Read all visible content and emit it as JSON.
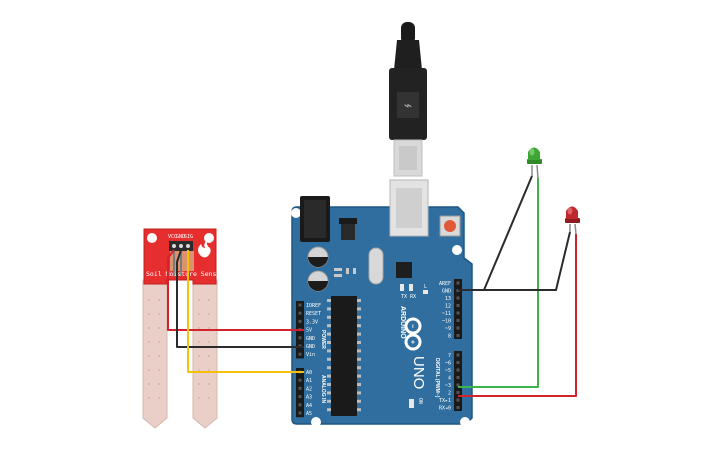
{
  "board": {
    "brand_label": "ARDUINO",
    "model_label": "UNO",
    "on_label": "ON",
    "tx_label": "TX",
    "rx_label": "RX",
    "l_label": "L",
    "digital_header_label": "DIGITAL (PWM~)",
    "power_header_label": "POWER",
    "analog_header_label": "ANALOG IN",
    "power_pins": [
      "IOREF",
      "RESET",
      "3.3V",
      "5V",
      "GND",
      "GND",
      "Vin"
    ],
    "analog_pins": [
      "A0",
      "A1",
      "A2",
      "A3",
      "A4",
      "A5"
    ],
    "digital_pins_top": [
      "AREF",
      "GND",
      "13",
      "12",
      "~11",
      "~10",
      "~9",
      "8"
    ],
    "digital_pins_bottom": [
      "7",
      "~6",
      "~5",
      "4",
      "~3",
      "2",
      "TX▸1",
      "RX◂0"
    ]
  },
  "sensor": {
    "label": "Soil Moisture Sensor",
    "pin_labels": [
      "VCC",
      "GND",
      "SIG"
    ]
  },
  "leds": [
    {
      "name": "green-led",
      "color": "#3fa535"
    },
    {
      "name": "red-led",
      "color": "#c0272d"
    }
  ],
  "wire_colors": {
    "red": "#d2232a",
    "black": "#2b2b2b",
    "yellow": "#f4c20d",
    "green": "#3cb44b"
  },
  "colors": {
    "board": "#2f6e9e",
    "board_edge": "#1f5682",
    "sensor": "#e62e2e",
    "probe": "#e9cfc7",
    "usb_cable": "#1b1b1b"
  }
}
